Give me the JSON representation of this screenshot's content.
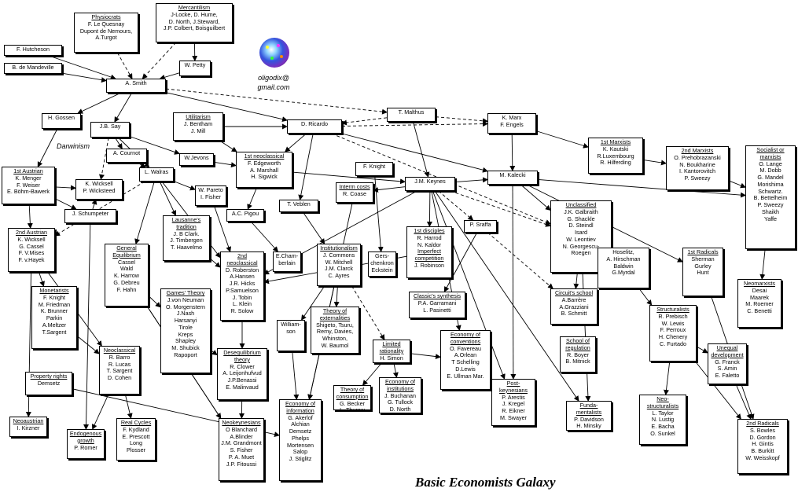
{
  "title": "Basic Economists Galaxy",
  "email": [
    "oligodix@",
    "gmail.com"
  ],
  "darwinism_label": "Darwinism",
  "logo_icon": "galaxy-logo-icon",
  "nodes": [
    {
      "id": "physiocrats",
      "title": "Physiocrats",
      "members": [
        "F. Le Quesnay",
        "Dupont de Nemours,",
        "A.Turgot"
      ]
    },
    {
      "id": "mercantilism",
      "title": "Mercantilism",
      "members": [
        "J-Locke, D. Hume,",
        "D. North, J.Steward,",
        "J.P. Colbert, Boisguilbert"
      ]
    },
    {
      "id": "hutcheson",
      "members": [
        "F. Hutcheson"
      ]
    },
    {
      "id": "mandeville",
      "members": [
        "B. de Mandeville"
      ]
    },
    {
      "id": "petty",
      "members": [
        "W. Petty"
      ]
    },
    {
      "id": "smith",
      "members": [
        "A. Smith"
      ]
    },
    {
      "id": "gossen",
      "members": [
        "H. Gossen"
      ]
    },
    {
      "id": "say",
      "members": [
        "J.B. Say"
      ]
    },
    {
      "id": "utilitarism",
      "title": "Utilitarism",
      "members": [
        "J. Bentham",
        "J. Mill"
      ]
    },
    {
      "id": "ricardo",
      "members": [
        "D. Ricardo"
      ]
    },
    {
      "id": "malthus",
      "members": [
        "T. Malthus"
      ]
    },
    {
      "id": "marx",
      "members": [
        "K. Marx",
        "F. Engels"
      ]
    },
    {
      "id": "cournot",
      "members": [
        "A. Cournot"
      ]
    },
    {
      "id": "jevons",
      "members": [
        "W.Jevons"
      ]
    },
    {
      "id": "neoclassical1",
      "title": "1st neoclassical",
      "members": [
        "F. Edgeworth",
        "A. Marshall",
        "H. Sigwick"
      ]
    },
    {
      "id": "marxists1",
      "title": "1st Marxists",
      "members": [
        "K. Kautski",
        "R.Luxembourg",
        "R. Hilferding"
      ]
    },
    {
      "id": "marxists2",
      "title": "2nd Marxists",
      "members": [
        "O. Prehobrazanski",
        "N. Boukharine",
        "I. Kantorovitch",
        "P. Sweezy"
      ]
    },
    {
      "id": "socialist",
      "title": "Socialist or marxists",
      "members": [
        "O. Lange",
        "M. Dobb",
        "G. Mandel",
        "Morishima",
        "Schwartz.",
        "B. Bettelheim",
        "P. Sweezy",
        "Shaikh",
        "Yaffe"
      ]
    },
    {
      "id": "austrian1",
      "title": "1st Austrian",
      "members": [
        "K. Menger",
        "F. Weiser",
        "E. Böhm-Bawerk"
      ]
    },
    {
      "id": "wicksell_top",
      "members": [
        "K. Wicksell",
        "P. Wicksteed"
      ]
    },
    {
      "id": "walras",
      "members": [
        "L. Walras"
      ]
    },
    {
      "id": "knight",
      "members": [
        "F. Knight"
      ]
    },
    {
      "id": "keynes",
      "members": [
        "J.M. Keynes"
      ]
    },
    {
      "id": "kalecki",
      "members": [
        "M. Kalecki"
      ]
    },
    {
      "id": "pareto",
      "members": [
        "W. Pareto",
        "I. Fisher"
      ]
    },
    {
      "id": "interm",
      "title": "Interm costs",
      "members": [
        "R. Coase"
      ]
    },
    {
      "id": "schumpeter",
      "members": [
        "J. Schumpeter"
      ]
    },
    {
      "id": "pigou",
      "members": [
        "A.C. Pigou"
      ]
    },
    {
      "id": "veblen",
      "members": [
        "T. Veblen"
      ]
    },
    {
      "id": "unclassified",
      "title": "Unclassified",
      "members": [
        "J.K. Galbraith",
        "G. Shackle",
        "D. Steindl",
        "Isard",
        "W. Leontiev",
        "N. Georgescu-",
        "Roegen"
      ]
    },
    {
      "id": "sraffa",
      "members": [
        "P. Sraffa"
      ]
    },
    {
      "id": "austrian2",
      "title": "2nd Austrian",
      "members": [
        "K. Wicksell",
        "G. Cassel",
        "F. V.Mises",
        "F. v.Hayek"
      ]
    },
    {
      "id": "lausanne",
      "title": "Lausanne's tradition",
      "members": [
        "J. B Clark.",
        "J. Timbergen",
        "T. Haavelmo"
      ]
    },
    {
      "id": "disciples",
      "title": "1st disciples",
      "members": [
        "R. Harrod",
        "N. Kaldor"
      ],
      "title2": "Imperfect competition",
      "members2": [
        "J. Robinson"
      ]
    },
    {
      "id": "hoselitz",
      "members": [
        "Hoselitz,",
        "A. Hirschman",
        "Baldwin",
        "G.Myrdal"
      ]
    },
    {
      "id": "radicals1",
      "title": "1st Radicals",
      "members": [
        "Sherman",
        "Gurley",
        "Hunt"
      ]
    },
    {
      "id": "general_eq",
      "title": "General Equilibrium",
      "members": [
        "Cassel",
        "Wald",
        "K. Harrow",
        "G. Debreu",
        "F. Hahn"
      ]
    },
    {
      "id": "neoclassical2",
      "title": "2nd neoclassical",
      "members": [
        "D. Roberston",
        "A.Hansen",
        "J.R. Hicks",
        "P.Samuelson",
        "J. Tobin",
        "L. Klein",
        "R. Solow"
      ]
    },
    {
      "id": "chamberlain",
      "members": [
        "E.Cham-",
        "berlain"
      ]
    },
    {
      "id": "institutionalism",
      "title": "Institutionalism",
      "members": [
        "J. Commons",
        "W. Mitchell",
        "J.M. Clarck",
        "C. Ayres"
      ]
    },
    {
      "id": "gerschenkron",
      "members": [
        "Gers-",
        "chenkron",
        "Eckstein"
      ]
    },
    {
      "id": "monetarists",
      "title": "Monetarists",
      "members": [
        "F. Knight",
        "M. Friedman",
        "K. Brunner",
        "Parkin",
        "A.Meltzer",
        "T.Sargent"
      ]
    },
    {
      "id": "games",
      "title": "Games' Theory",
      "members": [
        "J.von Neuman",
        "O. Morgenstern",
        "J.Nash",
        "Harsanyi",
        "Tirole",
        "Kreps",
        "Shapley",
        "M. Shubick",
        "Rapoport"
      ]
    },
    {
      "id": "classics",
      "title": "Classic's synthesis",
      "members": [
        "P.A. Garramani",
        "L. Pasinetti"
      ]
    },
    {
      "id": "circuits",
      "title": "Circuit's school",
      "members": [
        "A.Barrère",
        "A.Grazziani",
        "B. Schmitt"
      ]
    },
    {
      "id": "neomarxists",
      "title": "Neomarxists",
      "members": [
        "Desai",
        "Maarek",
        "M. Roemer",
        "C. Benetti"
      ]
    },
    {
      "id": "structuralists",
      "title": "Structuralists",
      "members": [
        "R. Prebisch",
        "W. Lewis",
        "F. Perroux",
        "H. Chenery",
        "C. Furtado"
      ]
    },
    {
      "id": "externalities",
      "title": "Theory of externalities",
      "members": [
        "Shigeto, Tsuru,",
        "Remy, Davies,",
        "Whinston,",
        "W. Baumol"
      ]
    },
    {
      "id": "williamson",
      "members": [
        "William-",
        "son"
      ]
    },
    {
      "id": "limited",
      "title": "Limited rationality",
      "members": [
        "H. Simon"
      ]
    },
    {
      "id": "econ_conventions",
      "title": "Economy of conventions",
      "members": [
        "O. Favereau",
        "A.Orlean",
        "T Schelling",
        "D.Lewis",
        "E. Ullman Mar."
      ]
    },
    {
      "id": "regulation",
      "title": "School of regulation",
      "members": [
        "R. Boyer",
        "B. Mitnick"
      ]
    },
    {
      "id": "unequal",
      "title": "Unequal development",
      "members": [
        "G. Franck",
        "S. Amin",
        "E. Faletto"
      ]
    },
    {
      "id": "neoclassical_uk",
      "title": "Neoclassical",
      "members": [
        "R. Barro",
        "R. Lucas",
        "T. Sargent",
        "D. Cohen"
      ]
    },
    {
      "id": "property",
      "title": "Property rights",
      "members": [
        "Demsetz"
      ]
    },
    {
      "id": "disequilibrium",
      "title": "Desequilibrium theory",
      "members": [
        "R. Clower",
        "A. Leijonhufvud",
        "J.P.Benassi",
        "E. Malinvaud"
      ]
    },
    {
      "id": "consumption",
      "title": "Theory of consumption",
      "members": [
        "G. Becker",
        "L. Thurow"
      ]
    },
    {
      "id": "econ_institutions",
      "title": "Economy of institutions",
      "members": [
        "J. Buchanan",
        "G. Tullock",
        "D. North"
      ]
    },
    {
      "id": "postkeynesians",
      "title": "Post-keynesians",
      "members": [
        "P. Arestis",
        "J. Kregel",
        "R. Eikner",
        "M. Swayer"
      ]
    },
    {
      "id": "fundamentalists",
      "title": "Funda-mentalists",
      "members": [
        "P. Davidson",
        "H. Minsky"
      ]
    },
    {
      "id": "neostructuralists",
      "title": "Neo-structuralists",
      "members": [
        "L. Taylor",
        "N. Lustig",
        "E. Bacha",
        "O. Sunkel"
      ]
    },
    {
      "id": "neoaustrian",
      "title": "Neoaustrian",
      "members": [
        "I. Kirzner"
      ]
    },
    {
      "id": "endogenous",
      "title": "Endogenous growth",
      "members": [
        "P. Romer"
      ]
    },
    {
      "id": "realcycles",
      "title": "Real Cycles",
      "members": [
        "F. Kydland",
        "E. Prescott",
        "Long",
        "Plosser"
      ]
    },
    {
      "id": "neokeynesians",
      "title": "Neokeynesians",
      "members": [
        "O Blanchard",
        "A.Blinder",
        "J.M. Grandmont",
        "S. Fisher",
        "P. A. Muet",
        "J.P. Fitoussi"
      ]
    },
    {
      "id": "econ_information",
      "title": "Economy of information",
      "members": [
        "G. Akerlof",
        "Alchian",
        "Demsetz",
        "Phelps",
        "Mortensen",
        "Salop",
        "J. Stiglitz"
      ]
    },
    {
      "id": "radicals2",
      "title": "2nd Radicals",
      "members": [
        "S. Bowles",
        "D. Gordon",
        "H. Gintis",
        "B. Burkitt",
        "W. Weisskopf"
      ]
    }
  ]
}
